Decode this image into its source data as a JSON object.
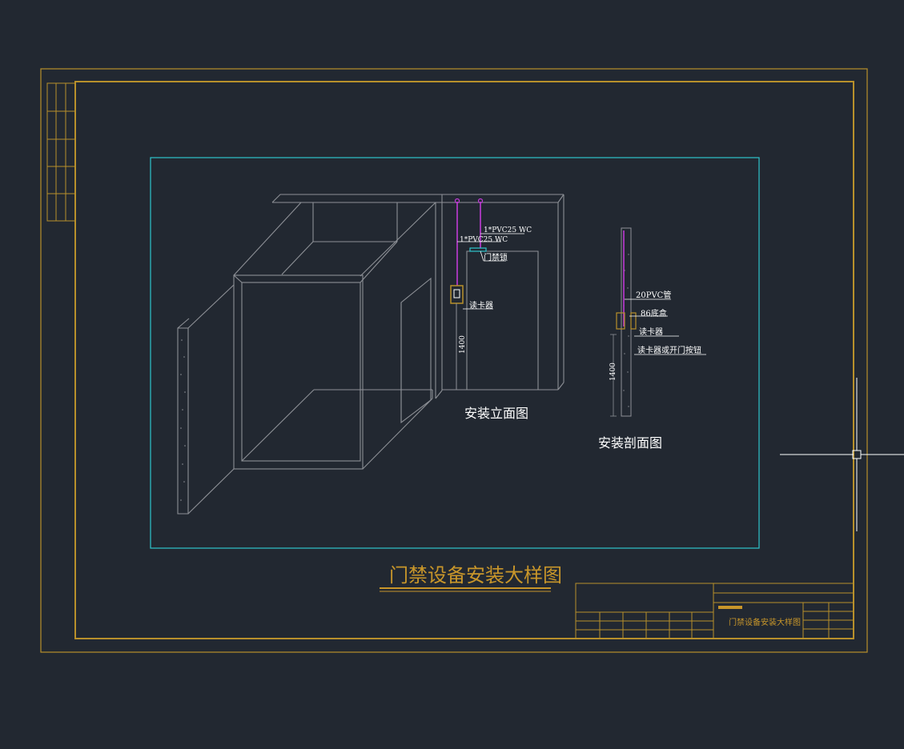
{
  "colors": {
    "background": "#222831",
    "frame": "#b8902b",
    "viewport": "#2ec4cc",
    "geometry": "#8d9096",
    "conduit": "#c03bd6",
    "text": "#ffffff",
    "title": "#c8962a"
  },
  "elevation": {
    "label_conduit_1": "1*PVC25 WC",
    "label_conduit_2": "1*PVC25 WC",
    "label_door_lock": "门禁锁",
    "label_card_reader": "读卡器",
    "dim_height": "1400",
    "caption": "安装立面图"
  },
  "section": {
    "label_pvc": "20PVC管",
    "label_box": "86底盒",
    "label_reader": "读卡器",
    "label_reader_or_button": "读卡器或开门按钮",
    "dim_height": "1400",
    "caption": "安装剖面图"
  },
  "drawing_title": "门禁设备安装大样图",
  "title_block": {
    "drawing_name": "门禁设备安装大样图"
  },
  "icons": {
    "cursor": "crosshair-cursor-icon"
  }
}
